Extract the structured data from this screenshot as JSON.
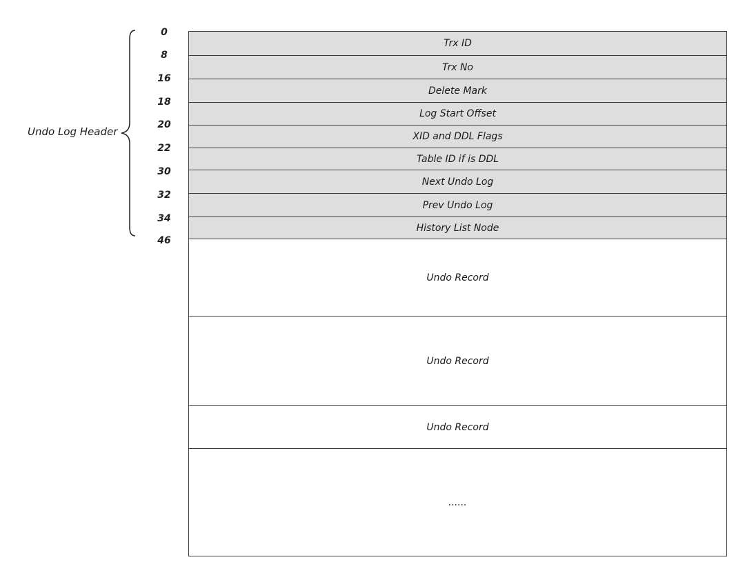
{
  "header_group": {
    "label": "Undo Log Header"
  },
  "offsets": [
    "0",
    "8",
    "16",
    "18",
    "20",
    "22",
    "30",
    "32",
    "34",
    "46"
  ],
  "header_fields": [
    {
      "label": "Trx ID"
    },
    {
      "label": "Trx No"
    },
    {
      "label": "Delete Mark"
    },
    {
      "label": "Log Start Offset"
    },
    {
      "label": "XID and DDL Flags"
    },
    {
      "label": "Table ID if is DDL"
    },
    {
      "label": "Next Undo Log"
    },
    {
      "label": "Prev Undo Log"
    },
    {
      "label": "History List Node"
    }
  ],
  "body_blocks": [
    {
      "label": "Undo Record"
    },
    {
      "label": "Undo Record"
    },
    {
      "label": "Undo Record"
    },
    {
      "label": "......"
    }
  ],
  "colors": {
    "header_fill": "#dedede",
    "body_fill": "#ffffff",
    "stroke": "#3a3a3a"
  }
}
